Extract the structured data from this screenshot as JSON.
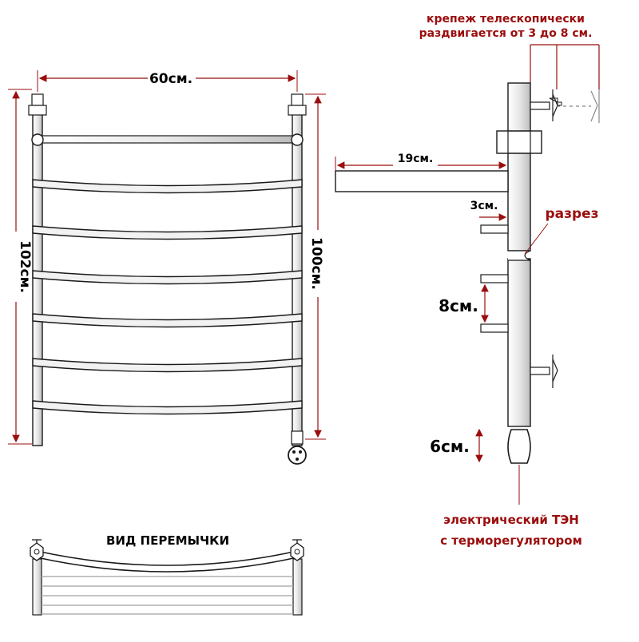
{
  "front_view": {
    "width_label": "60см.",
    "height_outer_label": "102см.",
    "height_inner_label": "100см."
  },
  "side_view": {
    "mount_label_line1": "крепеж телескопически",
    "mount_label_line2": "раздвигается от 3 до 8 см.",
    "depth_label": "19см.",
    "offset_label": "3см.",
    "section_label": "разрез",
    "spacing_label": "8см.",
    "heater_label": "6см.",
    "heater_desc_line1": "электрический ТЭН",
    "heater_desc_line2": "с терморегулятором"
  },
  "bridge_view": {
    "title": "ВИД ПЕРЕМЫЧКИ"
  },
  "colors": {
    "accent_red": "#9b0d0d",
    "line": "#1a1a1a"
  }
}
